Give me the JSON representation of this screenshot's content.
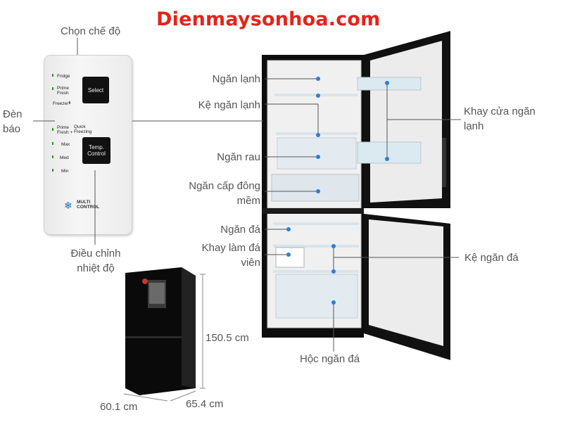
{
  "brand": "Dienmaysonhoa.com",
  "panel": {
    "fridge": "Fridge",
    "prime_fresh": "Prime Fresh",
    "freezer": "Freezer",
    "prime_fresh_plus": "Prime Fresh +",
    "quick_freezing": "Quick Freezing",
    "max": "Max",
    "med": "Med",
    "min": "Min",
    "select": "Select",
    "temp_control": "Temp. Control",
    "multi_control": "MULTI CONTROL"
  },
  "labels": {
    "chon_che_do": "Chọn chế độ",
    "den_bao": "Đèn báo",
    "dieu_chinh_nhiet_do": "Điều chỉnh nhiệt độ",
    "ngan_lanh": "Ngăn lạnh",
    "ke_ngan_lanh": "Kệ ngăn lạnh",
    "ngan_rau": "Ngăn rau",
    "ngan_cap_dong_mem": "Ngăn cấp đông mềm",
    "ngan_da": "Ngăn đá",
    "khay_lam_da_vien": "Khay làm đá viên",
    "hoc_ngan_da": "Hộc ngăn đá",
    "khay_cua_ngan_lanh": "Khay cửa ngăn lạnh",
    "ke_ngan_da": "Kệ ngăn đá"
  },
  "dimensions": {
    "height": "150.5 cm",
    "width": "60.1 cm",
    "depth": "65.4 cm"
  },
  "colors": {
    "brand": "#e3241b",
    "pointer": "#2a7fd4",
    "cabinet": "#111111"
  }
}
